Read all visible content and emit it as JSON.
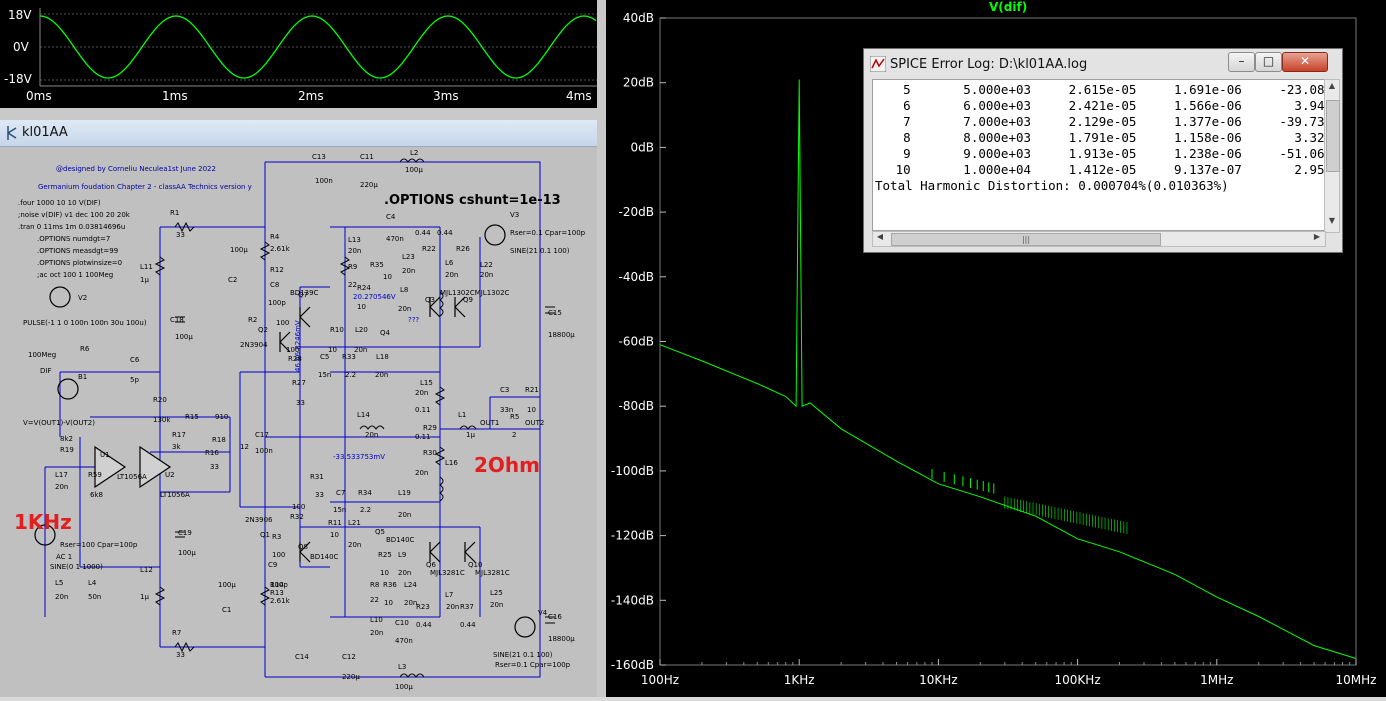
{
  "wave": {
    "y_labels": [
      "18V",
      "0V",
      "-18V"
    ],
    "x_labels": [
      "0ms",
      "1ms",
      "2ms",
      "3ms",
      "4ms"
    ]
  },
  "schematic_window": {
    "title": "kl01AA"
  },
  "schematic": {
    "header": [
      "@designed by Corneliu Neculea1st June 2022",
      "Germanium foudation Chapter 2 - classAA Technics version y"
    ],
    "directives": [
      ".four 1000 10 10 V(DIF)",
      ";noise v(DIF) v1 dec 100 20 20k",
      ".tran 0 11ms 1m 0.03814696u",
      ".OPTIONS numdgt=7",
      ".OPTIONS measdgt=99",
      ".OPTIONS plotwinsize=0",
      ";ac oct 100 1 100Meg"
    ],
    "options_big": ".OPTIONS cshunt=1e-13",
    "label_1khz": "1KHz",
    "label_2ohm": "2Ohm",
    "v_expr": "V=V(OUT1)-V(OUT2)",
    "op_note_1": "20.270546V",
    "op_note_2": "-33.533753mV",
    "op_note_3": "46.66.8246mV"
  },
  "plot": {
    "title": "V(dif)",
    "y_ticks": [
      "40dB",
      "20dB",
      "0dB",
      "-20dB",
      "-40dB",
      "-60dB",
      "-80dB",
      "-100dB",
      "-120dB",
      "-140dB",
      "-160dB"
    ],
    "x_ticks": [
      "100Hz",
      "1KHz",
      "10KHz",
      "100KHz",
      "1MHz",
      "10MHz"
    ],
    "trace_color": "#00ff00"
  },
  "chart_data": {
    "type": "line",
    "title": "V(dif)",
    "xlabel": "",
    "ylabel": "",
    "x_scale": "log",
    "xlim_hz": [
      100,
      10000000
    ],
    "ylim_db": [
      -160,
      40
    ],
    "series": [
      {
        "name": "V(dif)",
        "x_hz": [
          100,
          200,
          500,
          800,
          950,
          1000,
          1050,
          1200,
          2000,
          5000,
          10000,
          20000,
          50000,
          100000,
          200000,
          500000,
          1000000,
          2000000,
          5000000,
          10000000
        ],
        "y_db": [
          -61,
          -66,
          -73,
          -77,
          -80,
          21,
          -80,
          -79,
          -87,
          -97,
          -104,
          -108,
          -114,
          -121,
          -125,
          -132,
          -139,
          -145,
          -154,
          -158
        ]
      }
    ]
  },
  "error_log": {
    "title": "SPICE Error Log: D:\\kl01AA.log",
    "rows": [
      "    5       5.000e+03     2.615e-05     1.691e-06     -23.08",
      "    6       6.000e+03     2.421e-05     1.566e-06       3.94",
      "    7       7.000e+03     2.129e-05     1.377e-06     -39.73",
      "    8       8.000e+03     1.791e-05     1.158e-06       3.32",
      "    9       9.000e+03     1.913e-05     1.238e-06     -51.06",
      "   10       1.000e+04     1.412e-05     9.137e-07       2.95"
    ],
    "thd": "Total Harmonic Distortion: 0.000704%(0.010363%)",
    "btn_min": "–",
    "btn_max": "□",
    "btn_close": "✕",
    "scroll_grip": "|||"
  }
}
